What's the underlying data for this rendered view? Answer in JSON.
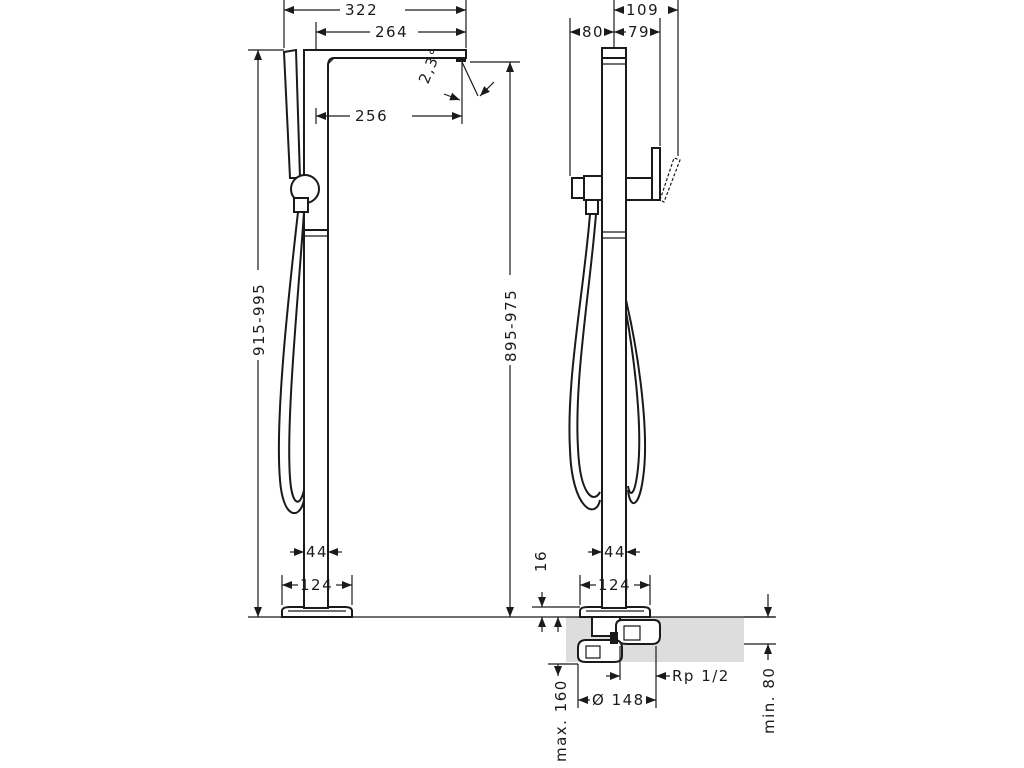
{
  "diagram": {
    "front_view": {
      "width_top": "322",
      "spout_length": "264",
      "spout_reach": "256",
      "angle": "2,3°",
      "height_total": "915-995",
      "height_spout": "895-975",
      "pipe_diameter": "44",
      "base_diameter": "124"
    },
    "side_view": {
      "offset_left": "80",
      "offset_right": "79",
      "lever_reach": "109",
      "pipe_diameter": "44",
      "base_diameter": "124",
      "base_height": "16",
      "connection": "Rp 1/2",
      "flange_diameter": "Ø 148",
      "max_depth": "max. 160",
      "min_depth": "min. 80"
    },
    "colors": {
      "line": "#1a1a1a",
      "floor_fill": "#dddddd"
    }
  }
}
